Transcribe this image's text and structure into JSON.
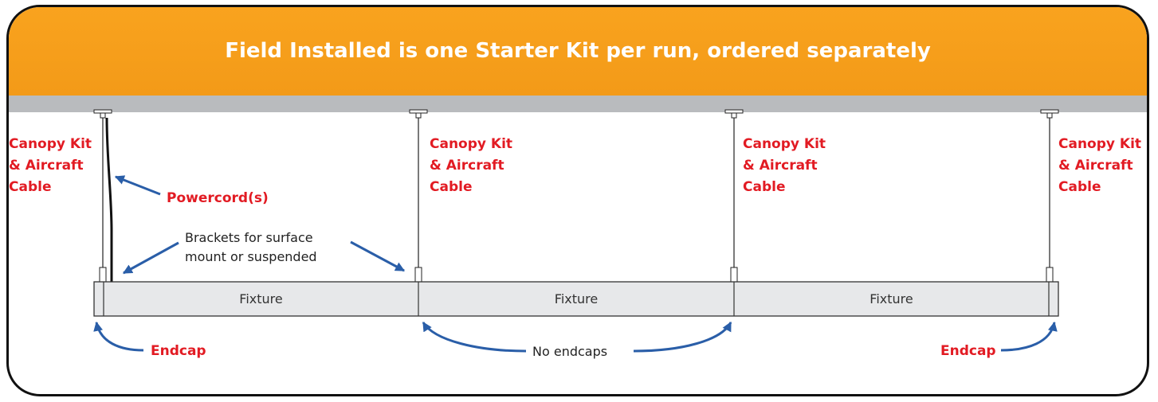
{
  "header": {
    "title": "Field Installed is one Starter Kit per run, ordered separately"
  },
  "canopy_labels": [
    {
      "lines": [
        "Canopy Kit",
        "& Aircraft",
        "Cable"
      ]
    },
    {
      "lines": [
        "Canopy Kit",
        "& Aircraft",
        "Cable"
      ]
    },
    {
      "lines": [
        "Canopy Kit",
        "& Aircraft",
        "Cable"
      ]
    },
    {
      "lines": [
        "Canopy Kit",
        "& Aircraft",
        "Cable"
      ]
    }
  ],
  "powercord_label": "Powercord(s)",
  "brackets_label": [
    "Brackets for surface",
    "mount or suspended"
  ],
  "fixtures": [
    "Fixture",
    "Fixture",
    "Fixture"
  ],
  "endcap_labels": [
    "Endcap",
    "Endcap"
  ],
  "no_endcaps_label": "No endcaps",
  "colors": {
    "header": "#f7a01c",
    "ceiling": "#b9bbbe",
    "label_red": "#e21b23",
    "arrow_blue": "#2a5ea8",
    "fixture_fill": "#e7e8ea"
  }
}
